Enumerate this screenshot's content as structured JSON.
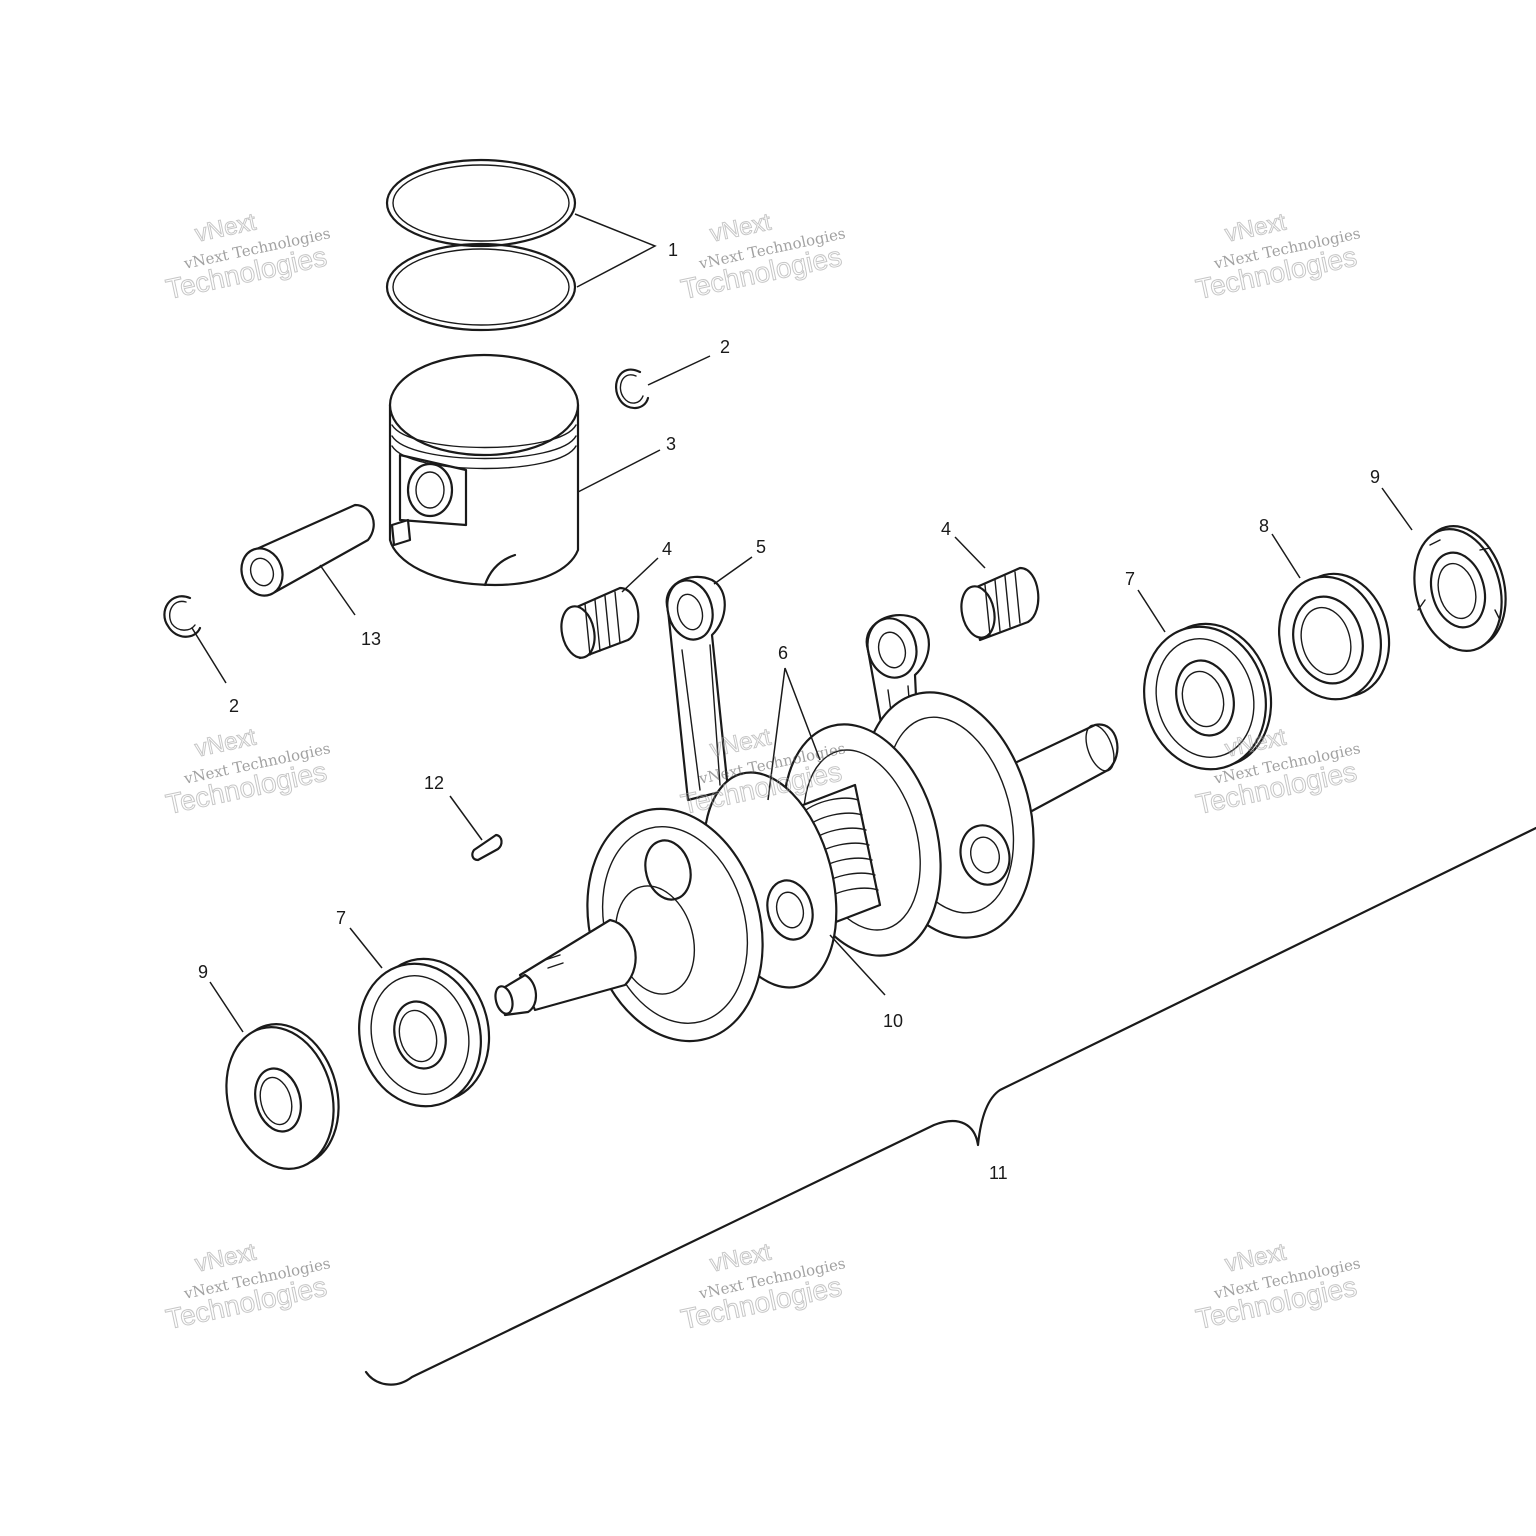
{
  "diagram": {
    "callouts": [
      {
        "id": "c1",
        "label": "1"
      },
      {
        "id": "c2a",
        "label": "2"
      },
      {
        "id": "c2b",
        "label": "2"
      },
      {
        "id": "c3",
        "label": "3"
      },
      {
        "id": "c4a",
        "label": "4"
      },
      {
        "id": "c4b",
        "label": "4"
      },
      {
        "id": "c5",
        "label": "5"
      },
      {
        "id": "c6",
        "label": "6"
      },
      {
        "id": "c7a",
        "label": "7"
      },
      {
        "id": "c7b",
        "label": "7"
      },
      {
        "id": "c8",
        "label": "8"
      },
      {
        "id": "c9a",
        "label": "9"
      },
      {
        "id": "c9b",
        "label": "9"
      },
      {
        "id": "c10",
        "label": "10"
      },
      {
        "id": "c11",
        "label": "11"
      },
      {
        "id": "c12",
        "label": "12"
      },
      {
        "id": "c13",
        "label": "13"
      }
    ]
  },
  "watermark": {
    "line1": "vNext Technologies",
    "line2": "Technologies",
    "line0": "vNext"
  }
}
